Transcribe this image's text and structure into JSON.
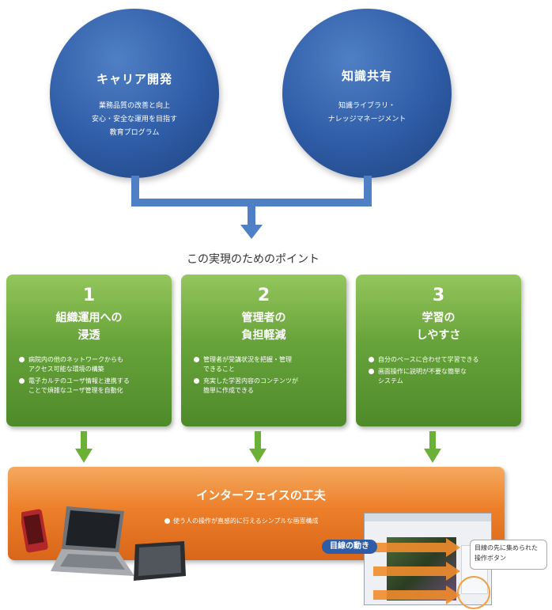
{
  "circles": [
    {
      "title": "キャリア開発",
      "lines": [
        "業務品質の改善と向上",
        "安心・安全な運用を目指す",
        "教育プログラム"
      ]
    },
    {
      "title": "知識共有",
      "lines": [
        "知識ライブラリ・",
        "ナレッジマネージメント"
      ]
    }
  ],
  "points_title": "この実現のためのポイント",
  "points": [
    {
      "number": "1",
      "title": [
        "組織運用への",
        "浸透"
      ],
      "bullets": [
        [
          "病院内の他のネットワークからも",
          "アクセス可能な環境の構築"
        ],
        [
          "電子カルテのユーザ情報と連携する",
          "ことで煩雑なユーザ管理を自動化"
        ]
      ]
    },
    {
      "number": "2",
      "title": [
        "管理者の",
        "負担軽減"
      ],
      "bullets": [
        [
          "管理者が受講状況を把握・管理",
          "できること"
        ],
        [
          "充実した学習内容のコンテンツが",
          "簡単に作成できる"
        ]
      ]
    },
    {
      "number": "3",
      "title": [
        "学習の",
        "しやすさ"
      ],
      "bullets": [
        [
          "自分のペースに合わせて学習できる"
        ],
        [
          "画面操作に説明が不要な簡単な",
          "システム"
        ]
      ]
    }
  ],
  "interface": {
    "title": "インターフェイスの工夫",
    "bullet": "使う人の操作が直感的に行えるシンプルな画面構成"
  },
  "eye_label": "目線の動き",
  "callout": [
    "目線の先に集められた",
    "操作ボタン"
  ],
  "colors": {
    "blue": "#2f5ca6",
    "green": "#67a33a",
    "orange": "#ed7f2a",
    "arrow_green": "#6ab135"
  }
}
